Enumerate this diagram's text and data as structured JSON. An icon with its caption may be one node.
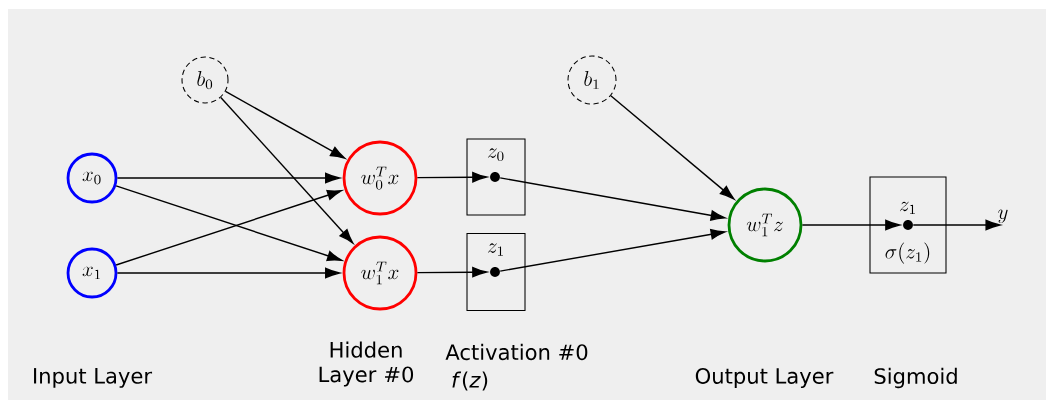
{
  "diagram": {
    "nodes": [
      {
        "text": [
          "x_0"
        ]
      },
      {
        "text": [
          "x_1"
        ]
      },
      {
        "text": [
          "b_0"
        ]
      },
      {
        "text": [
          "w_0^Tx"
        ]
      },
      {
        "text": [
          "w_1^Tx"
        ]
      },
      {
        "text": [
          "z_0"
        ]
      },
      {
        "text": [],
        "shape": "circle",
        "in": 5
      },
      {
        "text": [
          "z_1"
        ]
      },
      {
        "text": [],
        "shape": "circle",
        "in": 7
      },
      {
        "text": [
          "b_1"
        ]
      },
      {
        "text": [
          "w_1^Tz"
        ]
      },
      {
        "text": [
          "z_1",
          "\\sigma(z_1)"
        ]
      },
      {
        "text": [],
        "shape": "circle",
        "in": 11
      },
      {
        "text": [
          "y"
        ]
      }
    ],
    "edges": [
      {
        "from": 0,
        "to": 3,
        "arrow": "to"
      },
      {
        "from": 0,
        "to": 4,
        "arrow": "to"
      },
      {
        "from": 1,
        "to": 3,
        "arrow": "to"
      },
      {
        "from": 1,
        "to": 4,
        "arrow": "to"
      },
      {
        "from": 2,
        "to": 3,
        "arrow": "to"
      },
      {
        "from": 2,
        "to": 4,
        "arrow": "to"
      },
      {
        "from": 3,
        "to": 6,
        "arrow": "to"
      },
      {
        "from": 4,
        "to": 8,
        "arrow": "to"
      },
      {
        "from": 6,
        "to": 10,
        "arrow": "to"
      },
      {
        "from": 8,
        "to": 10,
        "arrow": "to"
      },
      {
        "from": 9,
        "to": 10,
        "arrow": "to"
      },
      {
        "from": 10,
        "to": 12,
        "arrow": "to"
      },
      {
        "from": 12,
        "to": 13,
        "arrow": "to"
      }
    ],
    "labels": [
      "Input Layer",
      "Hidden Layer #0",
      "Activation #0",
      "*f*(*z*)",
      "Output Layer",
      "Sigmoid"
    ]
  }
}
